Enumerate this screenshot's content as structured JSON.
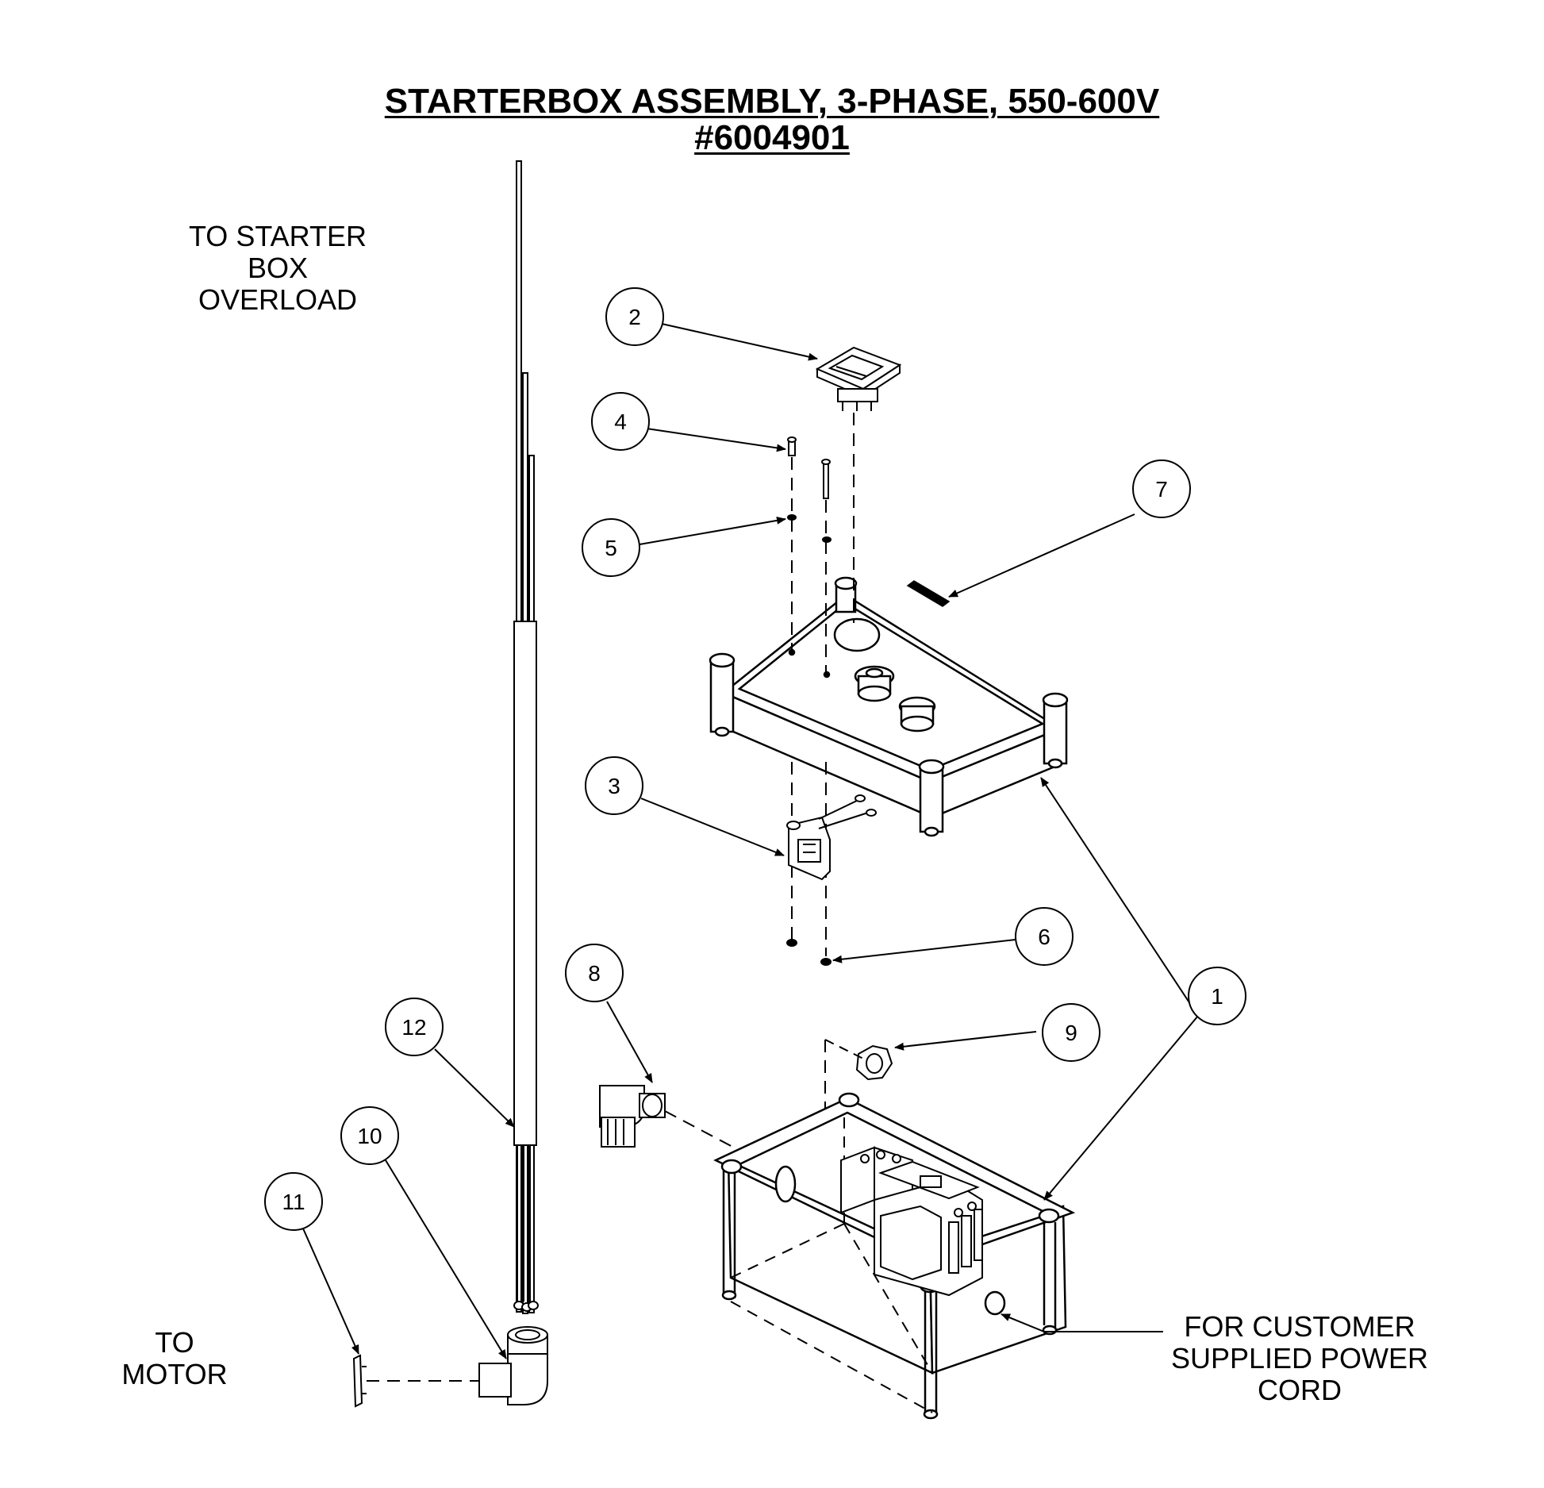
{
  "title": {
    "line1": "STARTERBOX ASSEMBLY, 3-PHASE, 550-600V",
    "line2": "#6004901"
  },
  "notes": {
    "starter_box_overload": [
      "TO STARTER",
      "BOX",
      "OVERLOAD"
    ],
    "to_motor": [
      "TO",
      "MOTOR"
    ],
    "power_cord": [
      "FOR CUSTOMER",
      "SUPPLIED POWER",
      "CORD"
    ]
  },
  "callouts": [
    "1",
    "1",
    "2",
    "3",
    "4",
    "5",
    "6",
    "7",
    "8",
    "9",
    "10",
    "11",
    "12"
  ]
}
